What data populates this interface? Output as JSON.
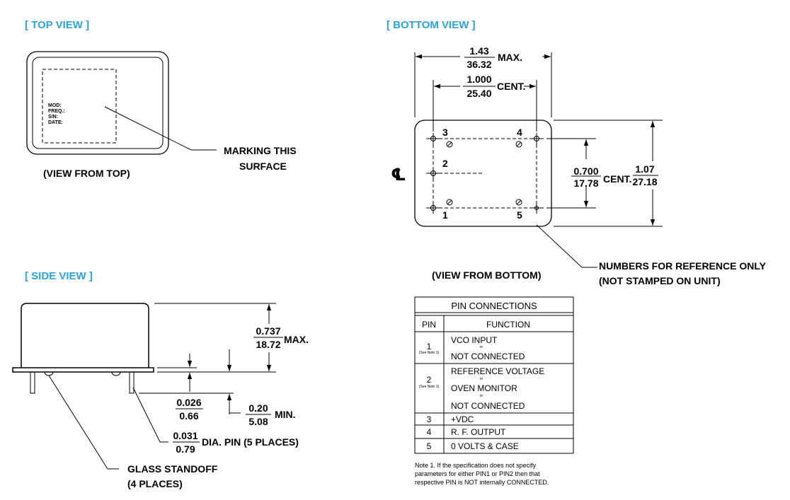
{
  "headers": {
    "top_view": "[ TOP VIEW ]",
    "bottom_view": "[ BOTTOM  VIEW ]",
    "side_view": "[ SIDE VIEW ]"
  },
  "top_view": {
    "marking_lines": [
      "MOD:",
      "FREQ.:",
      "S/N:",
      "DATE:"
    ],
    "callout_line1": "MARKING THIS",
    "callout_line2": "SURFACE",
    "caption": "(VIEW FROM TOP)"
  },
  "bottom_view": {
    "width": {
      "in": "1.43",
      "mm": "36.32",
      "suffix": "MAX."
    },
    "pin_span_x": {
      "in": "1.000",
      "mm": "25.40",
      "suffix": "CENT."
    },
    "pin_span_y": {
      "in": "0.700",
      "mm": "17.78",
      "suffix": "CENT."
    },
    "height": {
      "in": "1.07",
      "mm": "27.18"
    },
    "centerline": "℄",
    "pin_labels": [
      "1",
      "2",
      "3",
      "4",
      "5"
    ],
    "caption": "(VIEW FROM BOTTOM)",
    "note_line1": "NUMBERS FOR REFERENCE ONLY",
    "note_line2": "(NOT STAMPED ON UNIT)"
  },
  "side_view": {
    "height": {
      "in": "0.737",
      "mm": "18.72",
      "suffix": "MAX."
    },
    "standoff_height": {
      "in": "0.026",
      "mm": "0.66"
    },
    "pin_length": {
      "in": "0.20",
      "mm": "5.08",
      "suffix": "MIN."
    },
    "pin_dia": {
      "in": "0.031",
      "mm": "0.79",
      "suffix": "DIA. PIN (5 PLACES)"
    },
    "glass_line1": "GLASS STANDOFF",
    "glass_line2": "(4 PLACES)"
  },
  "pin_table": {
    "title": "PIN CONNECTIONS",
    "col_pin": "PIN",
    "col_function": "FUNCTION",
    "or_text": "or",
    "see_note": "(See Note 1)",
    "rows": [
      {
        "pin": "1",
        "functions": [
          "VCO INPUT",
          "NOT CONNECTED"
        ]
      },
      {
        "pin": "2",
        "functions": [
          "REFERENCE VOLTAGE",
          "OVEN MONITOR",
          "NOT CONNECTED"
        ]
      },
      {
        "pin": "3",
        "functions": [
          "+VDC"
        ]
      },
      {
        "pin": "4",
        "functions": [
          "R. F. OUTPUT"
        ]
      },
      {
        "pin": "5",
        "functions": [
          "0 VOLTS & CASE"
        ]
      }
    ]
  },
  "note": {
    "line1": "Note 1.  If the specification does not specify",
    "line2": "parameters for either PIN1 or PIN2 then that",
    "line3": "respective PIN is NOT internally CONNECTED."
  }
}
